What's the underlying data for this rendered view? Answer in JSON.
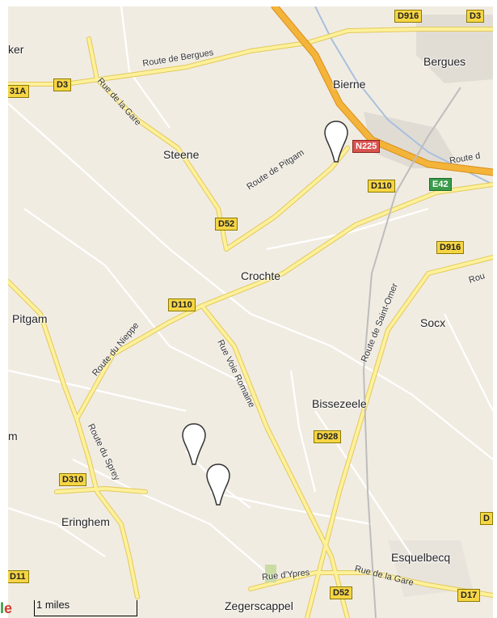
{
  "places": {
    "bergues": "Bergues",
    "bierne": "Bierne",
    "steene": "Steene",
    "crochte": "Crochte",
    "pitgam": "Pitgam",
    "socx": "Socx",
    "bissezeele": "Bissezeele",
    "eringhem": "Eringhem",
    "esquelbecq": "Esquelbecq",
    "zegerscappel": "Zegerscappel",
    "partial_left_top": "ker",
    "partial_left_mid": "m"
  },
  "roads": {
    "route_de_bergues": "Route de Bergues",
    "rue_de_la_gare_nw": "Rue de la Gare",
    "route_de_pitgam": "Route de Pitgam",
    "route_du_nieppe": "Route du Nieppe",
    "rue_voie_romaine": "Rue Voie Romaine",
    "route_de_saint_omer": "Route de Saint-Omer",
    "route_du_sprey": "Route du Sprey",
    "rue_d_ypres": "Rue d'Ypres",
    "rue_de_la_gare_se": "Rue de la Gare",
    "route_partial_east": "Route d",
    "rou_partial_east": "Rou"
  },
  "shields": {
    "d916_top": "D916",
    "d3_top": "D3",
    "d3_left": "D3",
    "d1a": "31A",
    "n225": "N225",
    "d110_east": "D110",
    "e42": "E42",
    "d52_mid": "D52",
    "d916_mid": "D916",
    "d110_west": "D110",
    "d928": "D928",
    "d310": "D310",
    "d11": "D11",
    "d52_bottom": "D52",
    "d17": "D17",
    "d_partial": "D"
  },
  "scale": {
    "label": "1 miles"
  },
  "colors": {
    "land": "#f1ece2",
    "minor_road": "#ffffff",
    "major_road": "#fdf19a",
    "major_road_edge": "#e3c85d",
    "motorway": "#f4b43a",
    "motorway_edge": "#d88f1a",
    "urban": "#e3dfd7",
    "water": "#9fb8d8",
    "marker_fill": "#ffffff",
    "marker_stroke": "#333333"
  },
  "markers": [
    {
      "name": "marker-north",
      "icon": "map-pin-icon"
    },
    {
      "name": "marker-southwest-1",
      "icon": "map-pin-icon"
    },
    {
      "name": "marker-southwest-2",
      "icon": "map-pin-icon"
    }
  ]
}
